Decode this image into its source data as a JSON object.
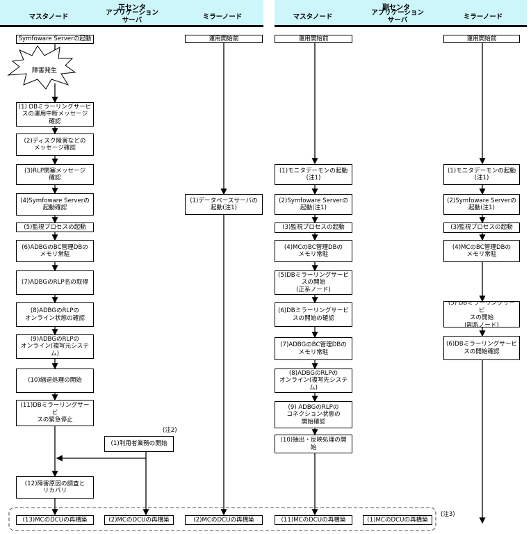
{
  "header": {
    "main_center": "正センタ",
    "sub_center": "副センタ",
    "col_master": "マスタノード",
    "col_app": "アプリケーション\nサーバ",
    "col_mirror": "ミラーノード"
  },
  "boxes": {
    "m1": "Symfoware Serverの起動",
    "burst": "障害発生",
    "m2": "(1) DBミラーリングサービ\nスの運用中断メッセージ\n確認",
    "m3": "(2)ディスク障害などの\nメッセージ確認",
    "m4": "(3)RLP閉塞メッセージ\n確認",
    "m5": "(4)Symfoware Serverの\n起動確認",
    "m6": "(5)監視プロセスの起動",
    "m7": "(6)ADBGのBC管理DBの\nメモリ常駐",
    "m8": "(7)ADBGのRLP名の取得",
    "m9": "(8)ADBGのRLPの\nオンライン状態の確認",
    "m10": "(9)ADBGのRLPの\nオンライン(複写元システ\nム)",
    "m11": "(10)縮退処理の開始",
    "m12": "(11)DBミラーリングサービ\nスの緊急停止",
    "m13": "(12)障害原因の調査と\nリカバリ",
    "m14": "(13)MCのDCUの再構築",
    "a1": "(1)利用者業務の開始",
    "a2": "(2)MCのDCUの再構築",
    "mr1": "運用開始前",
    "mr2": "(1)データベースサーバの\n起動(注1)",
    "mr3": "(2)MCのDCUの再構築",
    "s1": "運用開始前",
    "s2": "(1)モニタデーモンの起動\n(注1)",
    "s3": "(2)Symfoware Serverの\n起動(注1)",
    "s4": "(3)監視プロセスの起動",
    "s5": "(4)MCのBC管理DBの\nメモリ常駐",
    "s6": "(5)DBミラーリングサービ\nスの開始\n(正系ノード)",
    "s7": "(6)DBミラーリングサービ\nスの開始の確認",
    "s8": "(7)ADBGのBC管理DBの\nメモリ常駐",
    "s9": "(8)ADBGのRLPの\nオンライン(複写先システ\nム)",
    "s10": "(9) ADBGのRLPの\nコネクション状態の\n開始確認",
    "s11": "(10)抽出・反映処理の開\n始",
    "s12": "(11)MCのDCUの再構築",
    "sa1": "(1)MCのDCUの再構築",
    "t1": "運用開始前",
    "t2": "(1)モニタデーモンの起動\n(注1)",
    "t3": "(2)Symfoware Serverの\n起動(注1)",
    "t4": "(3)監視プロセスの起動",
    "t5": "(4)MCのBC管理DBの\nメモリ常駐",
    "t6": "(5) DBミラーリングサービ\nスの開始\n(副系ノード)",
    "t7": "(6)DBミラーリングサービ\nスの開始確認"
  },
  "notes": {
    "note2": "(注2)",
    "note3": "(注3)"
  }
}
